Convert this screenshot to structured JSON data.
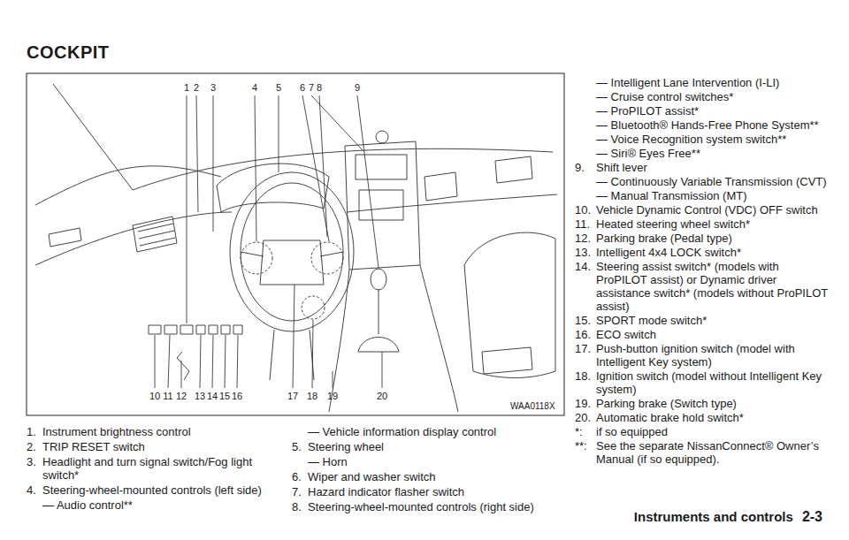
{
  "diagram": {
    "title": "COCKPIT",
    "labels": [
      "1",
      "2",
      "3",
      "4",
      "5",
      "6",
      "7",
      "8",
      "9",
      "10",
      "11",
      "12",
      "13",
      "14",
      "15",
      "16",
      "17",
      "18",
      "19",
      "20",
      "WAA0118X",
      "1.",
      "Instrument brightness control",
      "2.",
      "TRIP RESET switch",
      "3.",
      "Headlight and turn signal switch/Fog light switch*",
      "4.",
      "Steering-wheel-mounted controls (left side)",
      "— Audio control**",
      "— Vehicle information display control",
      "5.",
      "Steering wheel",
      "— Horn",
      "6.",
      "Wiper and washer switch",
      "7.",
      "Hazard indicator flasher switch",
      "8.",
      "Steering-wheel-mounted controls (right side)",
      "— Intelligent Lane Intervention (I-LI)",
      "— Cruise control switches*",
      "— ProPILOT assist*",
      "— Bluetooth® Hands-Free Phone System**",
      "— Voice Recognition system switch**",
      "— Siri® Eyes Free**",
      "9.",
      "Shift lever",
      "— Continuously Variable Transmission (CVT)",
      "— Manual Transmission (MT)",
      "10.",
      "Vehicle Dynamic Control (VDC) OFF switch",
      "11.",
      "Heated steering wheel switch*",
      "12.",
      "Parking brake (Pedal type)",
      "13.",
      "Intelligent 4x4 LOCK switch*",
      "14.",
      "Steering assist switch* (models with ProPILOT assist) or Dynamic driver assistance switch* (models without ProPILOT assist)",
      "15.",
      "SPORT mode switch*",
      "16.",
      "ECO switch",
      "17.",
      "Push-button ignition switch (model with Intelligent Key system)",
      "18.",
      "Ignition switch (model without Intelligent Key system)",
      "19.",
      "Parking brake (Switch type)",
      "20.",
      "Automatic brake hold switch*",
      "*:",
      "if so equipped",
      "**:",
      "See the separate NissanConnect® Owner’s Manual (if so equipped).",
      "Instruments and controls",
      "2-3"
    ]
  }
}
